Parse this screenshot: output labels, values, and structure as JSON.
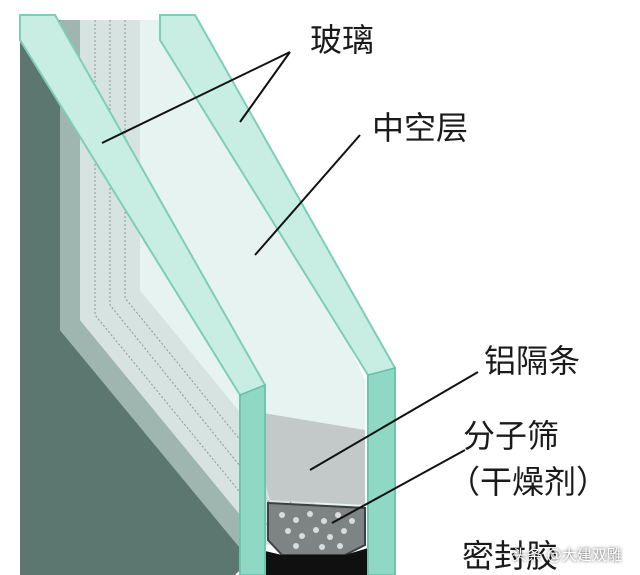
{
  "labels": {
    "glass": "玻璃",
    "hollow_layer": "中空层",
    "aluminum_spacer": "铝隔条",
    "molecular_sieve": "分子筛",
    "desiccant": "（干燥剂）",
    "sealant": "密封胶"
  },
  "watermark": "头条 @大建双雕",
  "colors": {
    "glass_edge": "#8ed8c4",
    "glass_face": "#c4ece2",
    "interior": "#dde7e5",
    "spacer": "#b9bdbd",
    "desiccant": "#7e8484",
    "sealant": "#101010",
    "frame_dark": "#4f6b63",
    "leader_line": "#111111"
  }
}
